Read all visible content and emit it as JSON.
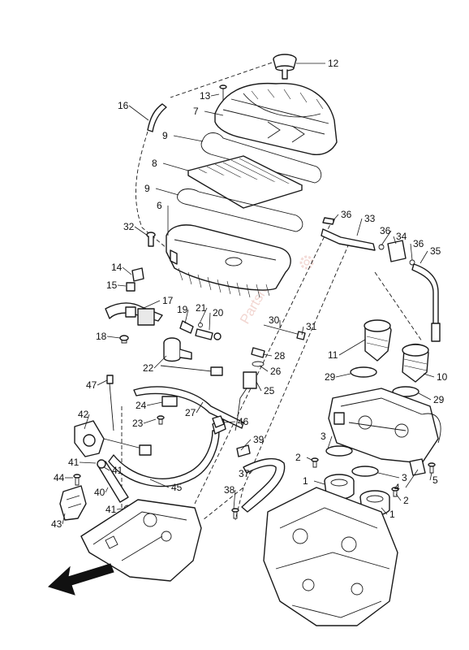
{
  "callouts": [
    "12",
    "13",
    "16",
    "7",
    "9",
    "8",
    "9",
    "6",
    "32",
    "14",
    "15",
    "17",
    "19",
    "21",
    "20",
    "18",
    "22",
    "47",
    "42",
    "24",
    "23",
    "41",
    "41",
    "44",
    "40",
    "43",
    "41",
    "45",
    "27",
    "46",
    "39",
    "37",
    "38",
    "36",
    "33",
    "36",
    "34",
    "36",
    "35",
    "30",
    "31",
    "28",
    "26",
    "25",
    "11",
    "10",
    "29",
    "29",
    "3",
    "2",
    "3",
    "4",
    "5",
    "1",
    "2",
    "1"
  ],
  "watermark": "Partsrepublik",
  "colors": {
    "line": "#1a1a1a",
    "fill": "#ffffff",
    "watermark": "#e3a59a"
  },
  "icons": {
    "direction": "arrow-icon",
    "watermark": "gear-icon"
  }
}
